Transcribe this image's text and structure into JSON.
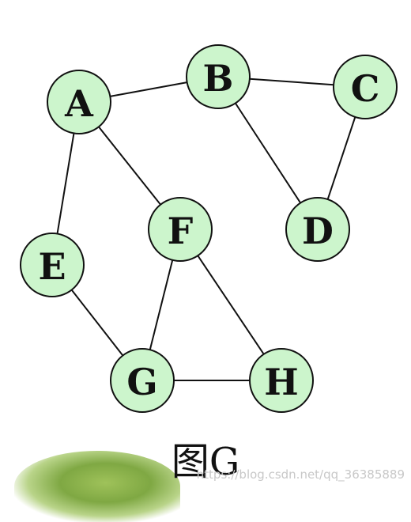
{
  "diagram": {
    "nodes": [
      {
        "id": "A",
        "label": "A"
      },
      {
        "id": "B",
        "label": "B"
      },
      {
        "id": "C",
        "label": "C"
      },
      {
        "id": "D",
        "label": "D"
      },
      {
        "id": "E",
        "label": "E"
      },
      {
        "id": "F",
        "label": "F"
      },
      {
        "id": "G",
        "label": "G"
      },
      {
        "id": "H",
        "label": "H"
      }
    ],
    "edges": [
      [
        "A",
        "B"
      ],
      [
        "B",
        "C"
      ],
      [
        "B",
        "D"
      ],
      [
        "C",
        "D"
      ],
      [
        "A",
        "E"
      ],
      [
        "A",
        "F"
      ],
      [
        "E",
        "G"
      ],
      [
        "F",
        "G"
      ],
      [
        "F",
        "H"
      ],
      [
        "G",
        "H"
      ]
    ],
    "colors": {
      "node_fill": "#ccf5cc",
      "stroke": "#111111"
    }
  },
  "caption": "图G",
  "watermark": "https://blog.csdn.net/qq_36385889"
}
